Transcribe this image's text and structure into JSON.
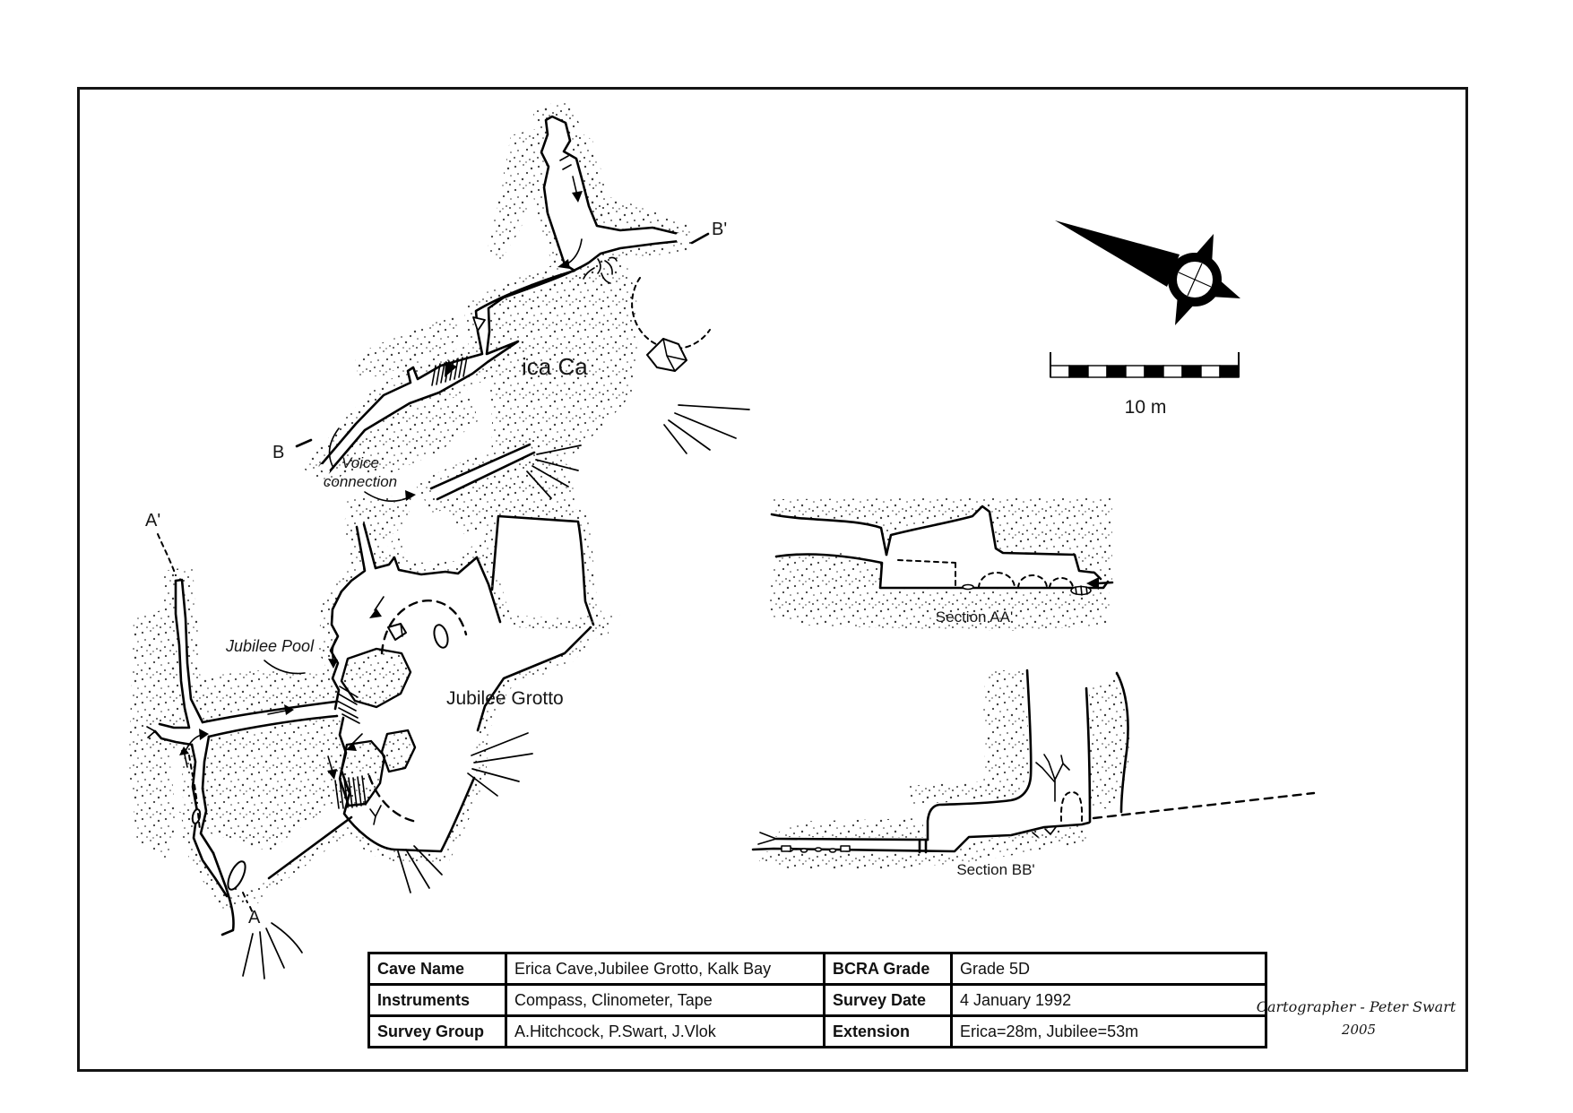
{
  "map_labels": {
    "b_prime": "B'",
    "b": "B",
    "a_prime": "A'",
    "a": "A",
    "voice_line1": "Voice",
    "voice_line2": "connection",
    "jubilee_pool": "Jubilee Pool",
    "jubilee_grotto": "Jubilee Grotto",
    "erica_cave_partial": "ica Ca",
    "section_aa": "Section AA'",
    "section_bb": "Section BB'",
    "scale_label": "10 m",
    "cartographer": "Cartographer - Peter Swart",
    "year": "2005"
  },
  "table": {
    "rows": [
      {
        "cells": [
          "Cave Name",
          "Erica Cave,Jubilee Grotto, Kalk Bay",
          "BCRA Grade",
          "Grade 5D"
        ]
      },
      {
        "cells": [
          "Instruments",
          "Compass, Clinometer, Tape",
          "Survey Date",
          "4 January 1992"
        ]
      },
      {
        "cells": [
          "Survey Group",
          "A.Hitchcock, P.Swart, J.Vlok",
          "Extension",
          "Erica=28m, Jubilee=53m"
        ]
      }
    ]
  }
}
